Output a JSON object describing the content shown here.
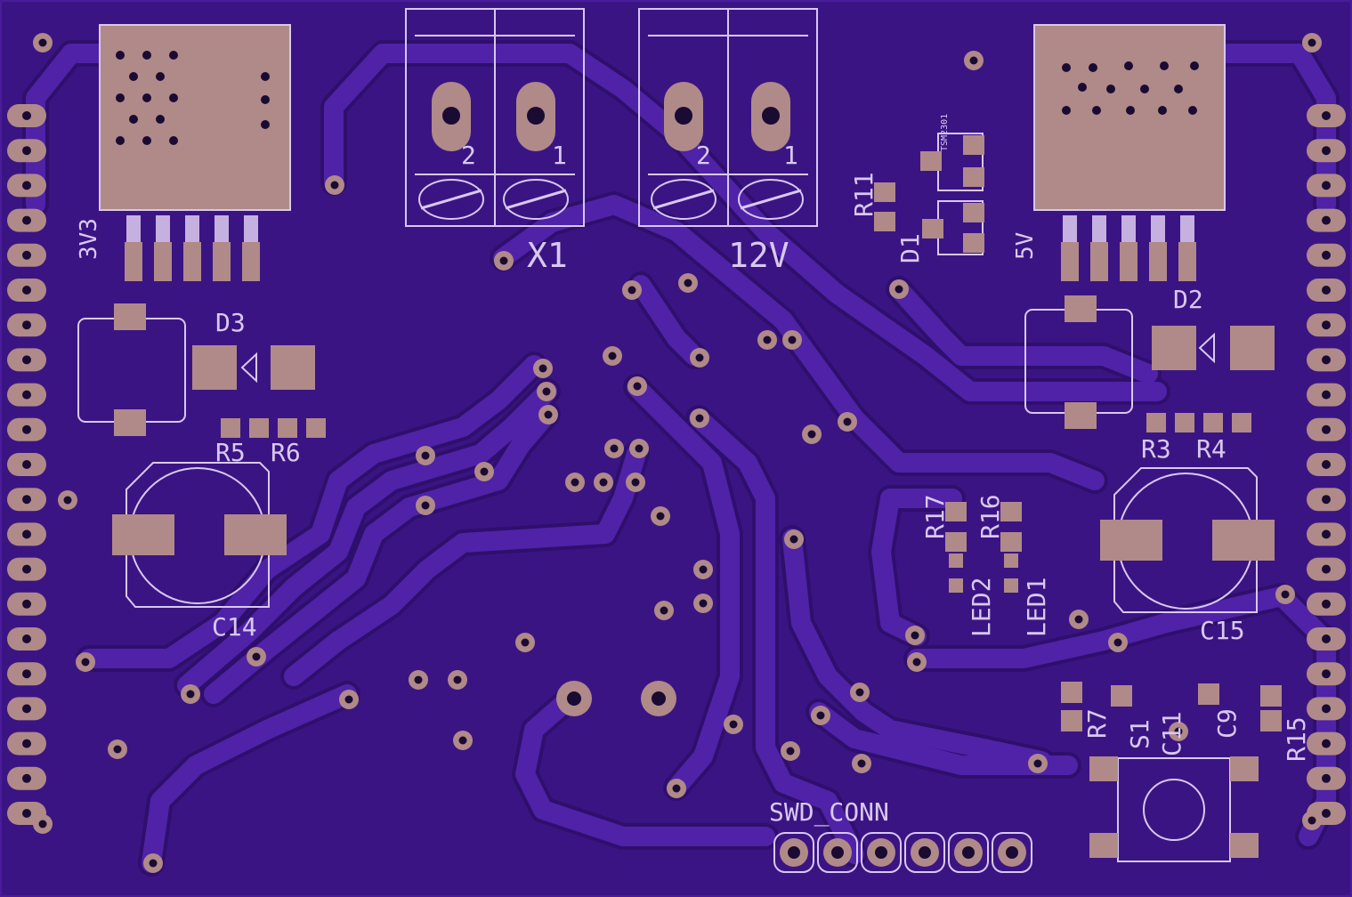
{
  "colors": {
    "board": "#3b1483",
    "board_edge": "#4a1c9a",
    "trace": "#4f22a8",
    "trace_dark": "#2f0f6c",
    "pad": "#b08a88",
    "silk": "#d8c8f0",
    "drill": "#1a0b33"
  },
  "labels": {
    "x1": "X1",
    "v12": "12V",
    "term_x1_pin2": "2",
    "term_x1_pin1": "1",
    "term_12v_pin2": "2",
    "term_12v_pin1": "1",
    "v3v3": "3V3",
    "v5v": "5V",
    "tsm": "TSM2301",
    "r11": "R11",
    "d1": "D1",
    "d2": "D2",
    "d3": "D3",
    "r3": "R3",
    "r4": "R4",
    "r5": "R5",
    "r6": "R6",
    "r17": "R17",
    "r16": "R16",
    "led2": "LED2",
    "led1": "LED1",
    "c14": "C14",
    "c15": "C15",
    "r7": "R7",
    "s1": "S1",
    "c11": "C11",
    "c9": "C9",
    "r15": "R15",
    "swd": "SWD_CONN"
  }
}
